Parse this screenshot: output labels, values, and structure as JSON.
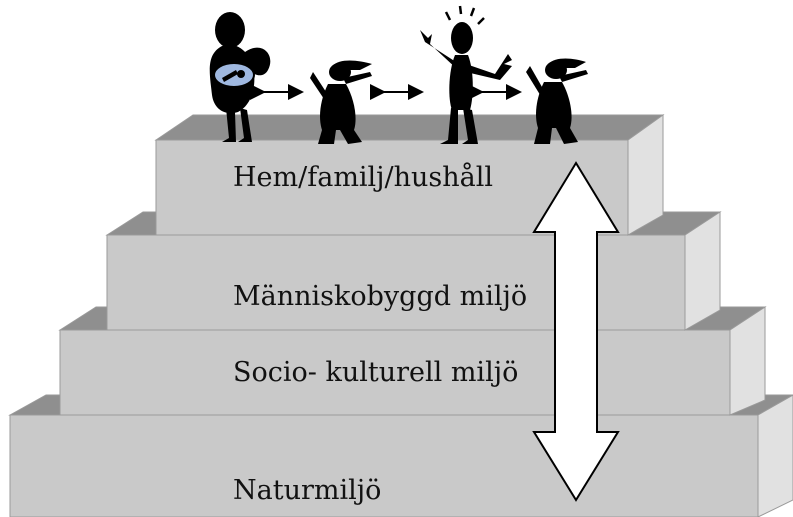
{
  "diagram": {
    "levels": [
      {
        "label": "Hem/familj/hushåll"
      },
      {
        "label": "Människobyggd miljö"
      },
      {
        "label": "Socio- kulturell miljö"
      },
      {
        "label": "Naturmiljö"
      }
    ],
    "arrow": {
      "direction": "both",
      "meaning": "interaction-between-levels"
    },
    "figures": [
      {
        "icon": "parent-holding-baby-icon"
      },
      {
        "icon": "child-figure-icon"
      },
      {
        "icon": "excited-adult-figure-icon"
      },
      {
        "icon": "child-figure-icon"
      }
    ],
    "colors": {
      "front": "#c9c9c9",
      "top": "#8f8f8f",
      "side": "#e1e1e1",
      "edge": "#9a9a9a",
      "figure": "#000000",
      "baby": "#9fb8e0"
    }
  }
}
